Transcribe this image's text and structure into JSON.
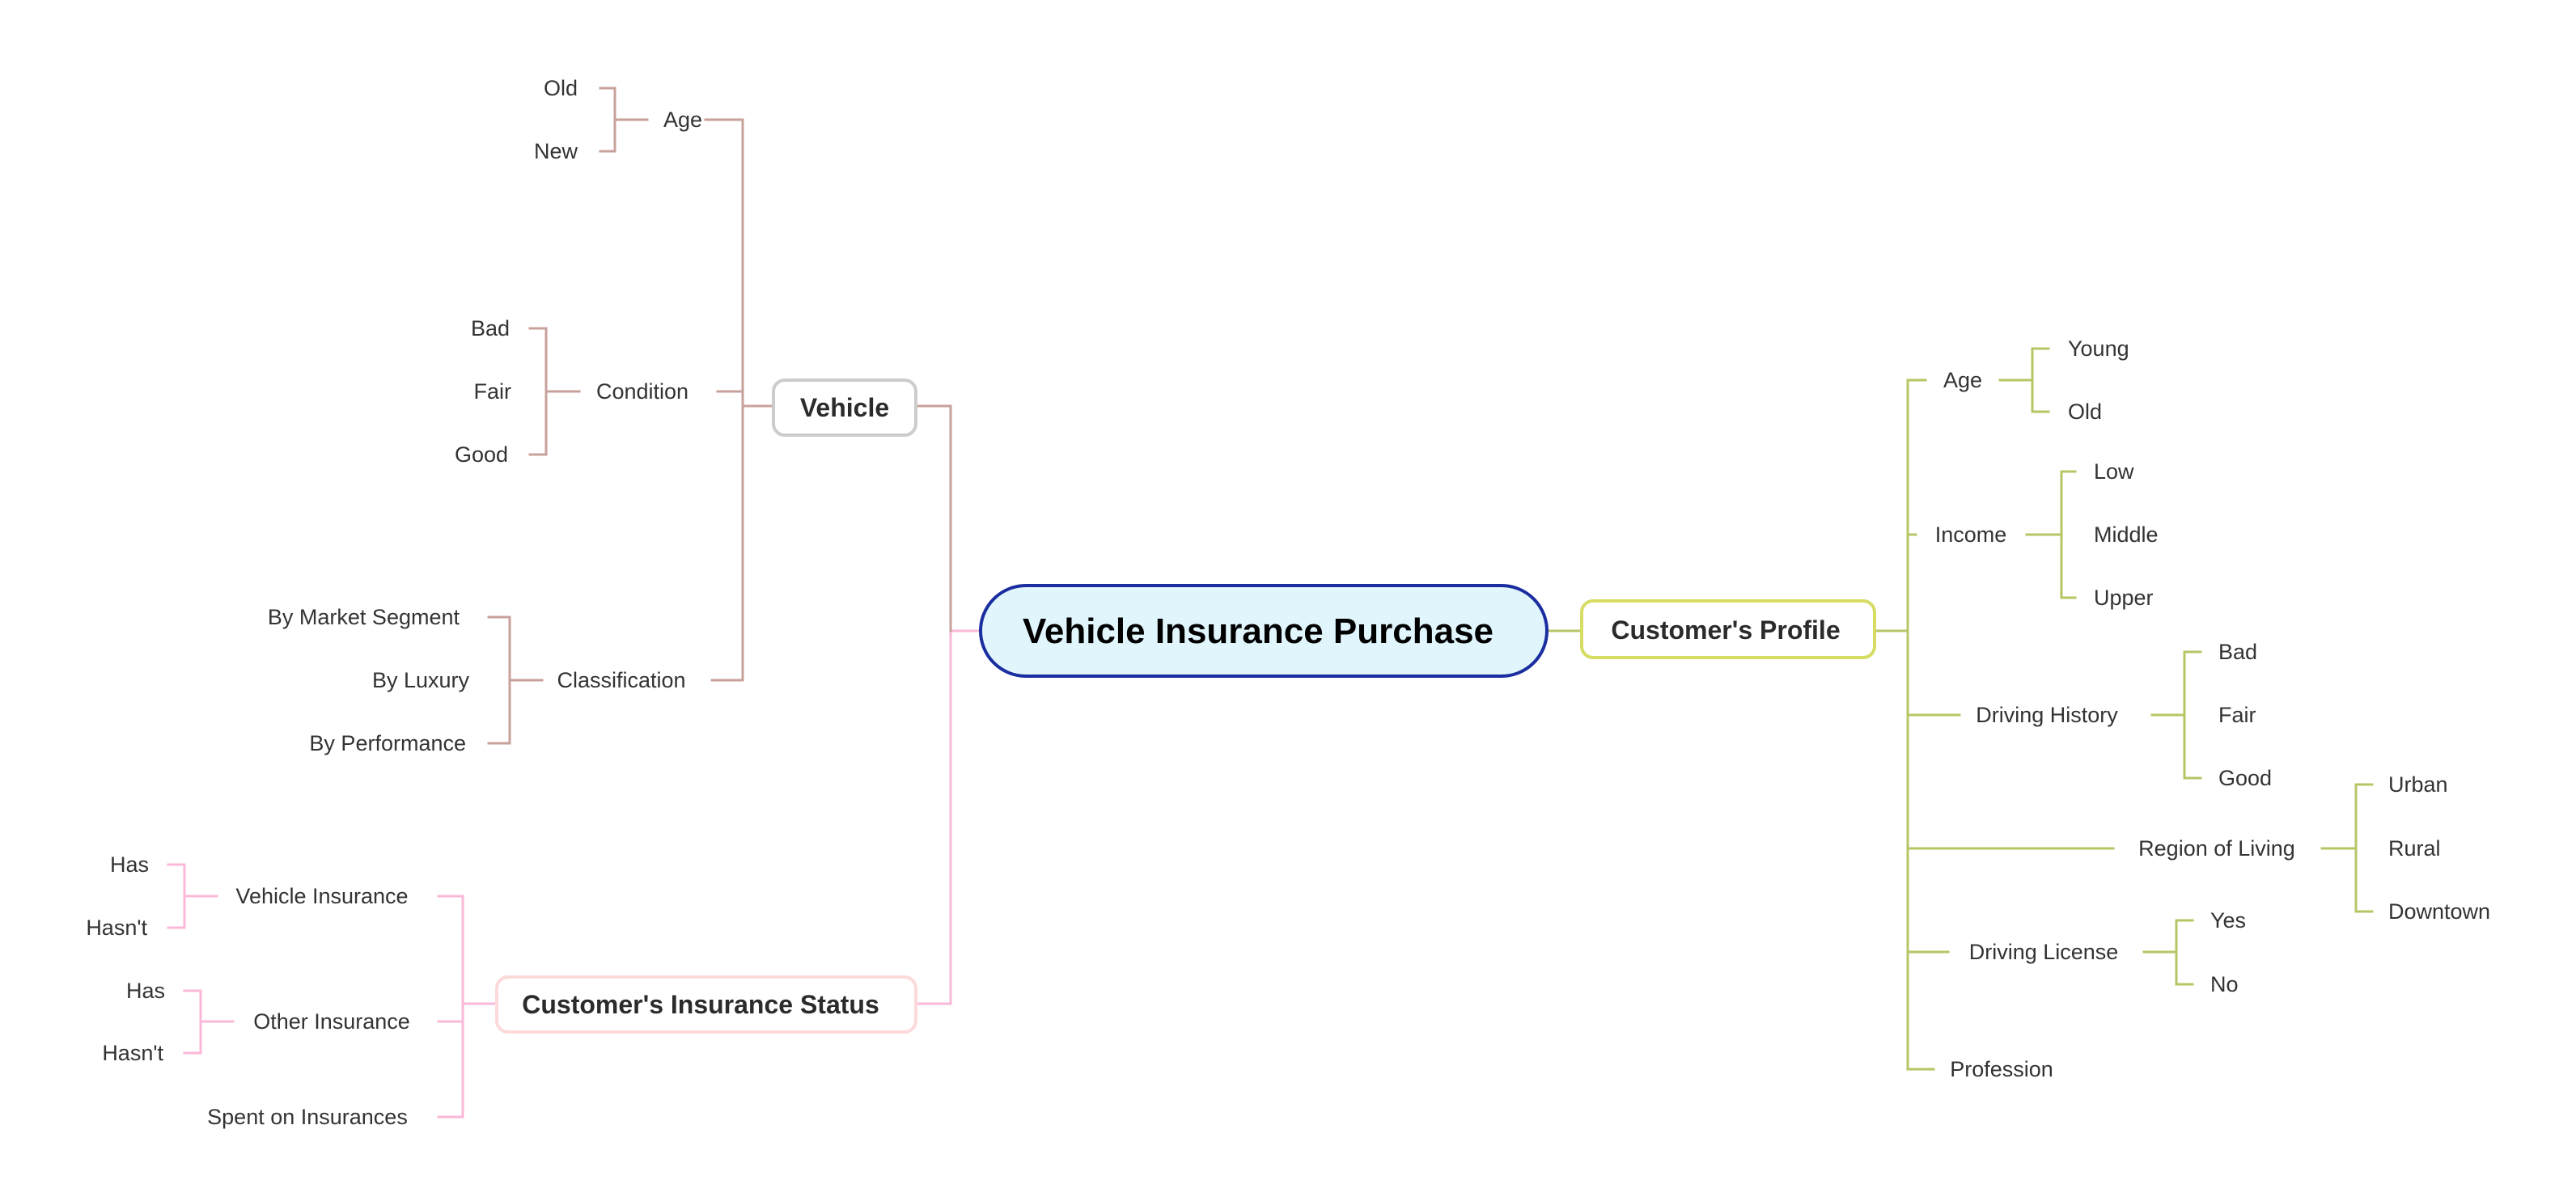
{
  "title": "Vehicle Insurance Purchase",
  "colors": {
    "root_fill": "#e0f5fc",
    "root_border": "#1a2ea0",
    "vehicle": "#c9a19b",
    "vehicle_border": "#cccccc",
    "insurance_status": "#fbb8d8",
    "insurance_status_border": "#fcdada",
    "profile": "#b8c565",
    "profile_border": "#d6dc64"
  },
  "branches": {
    "vehicle": {
      "label": "Vehicle",
      "children": [
        {
          "label": "Age",
          "children": [
            "Old",
            "New"
          ]
        },
        {
          "label": "Condition",
          "children": [
            "Bad",
            "Fair",
            "Good"
          ]
        },
        {
          "label": "Classification",
          "children": [
            "By Market Segment",
            "By Luxury",
            "By Performance"
          ]
        }
      ]
    },
    "insurance_status": {
      "label": "Customer's Insurance Status",
      "children": [
        {
          "label": "Vehicle Insurance",
          "children": [
            "Has",
            "Hasn't"
          ]
        },
        {
          "label": "Other Insurance",
          "children": [
            "Has",
            "Hasn't"
          ]
        },
        {
          "label": "Spent on Insurances",
          "children": []
        }
      ]
    },
    "profile": {
      "label": "Customer's Profile",
      "children": [
        {
          "label": "Age",
          "children": [
            "Young",
            "Old"
          ]
        },
        {
          "label": "Income",
          "children": [
            "Low",
            "Middle",
            "Upper"
          ]
        },
        {
          "label": "Driving History",
          "children": [
            "Bad",
            "Fair",
            "Good"
          ]
        },
        {
          "label": "Region of Living",
          "children": [
            "Urban",
            "Rural",
            "Downtown"
          ]
        },
        {
          "label": "Driving License",
          "children": [
            "Yes",
            "No"
          ]
        },
        {
          "label": "Profession",
          "children": []
        }
      ]
    }
  }
}
